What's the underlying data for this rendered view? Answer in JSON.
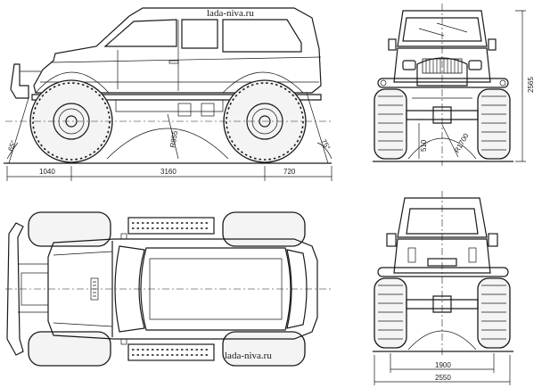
{
  "watermark_top": "lada-niva.ru",
  "watermark_bottom": "lada-niva.ru",
  "side_view": {
    "dim_front_overhang": "1040",
    "dim_wheelbase": "3160",
    "dim_rear_overhang": "720",
    "angle_approach": "65°",
    "angle_departure": "75°",
    "radius_label": "R855"
  },
  "front_view": {
    "dim_height": "2565",
    "dim_clearance": "510",
    "radius_label": "R1700"
  },
  "rear_view": {
    "dim_track": "1900",
    "dim_width": "2550"
  }
}
